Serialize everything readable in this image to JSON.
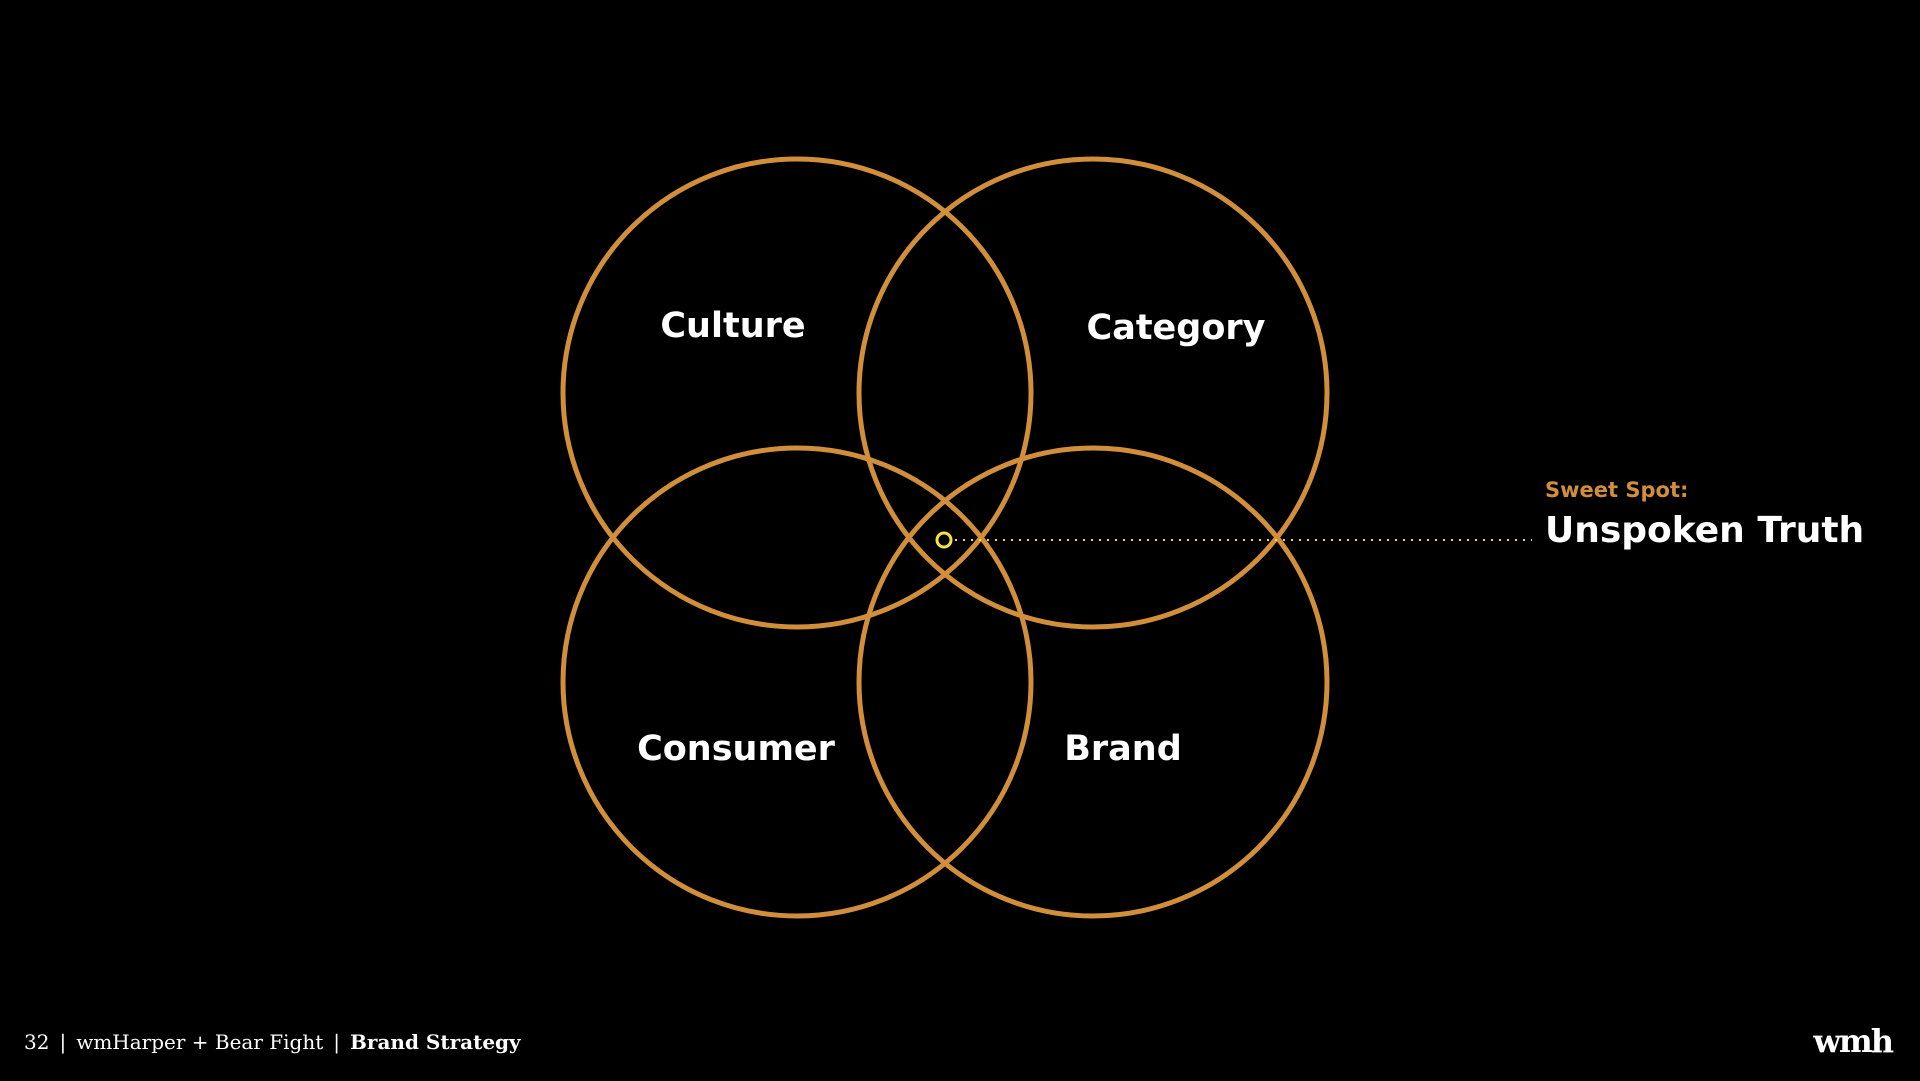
{
  "colors": {
    "background": "#000000",
    "circle_stroke": "#d18e3b",
    "accent": "#d18e3b",
    "marker": "#f5e33c",
    "text": "#ffffff"
  },
  "diagram": {
    "circles": [
      {
        "label": "Culture"
      },
      {
        "label": "Category"
      },
      {
        "label": "Consumer"
      },
      {
        "label": "Brand"
      }
    ]
  },
  "callout": {
    "label": "Sweet Spot:",
    "title": "Unspoken Truth"
  },
  "footer": {
    "page_number": "32",
    "separator": "|",
    "company": "wmHarper + Bear Fight",
    "section": "Brand Strategy"
  },
  "logo": {
    "text": "wmh"
  }
}
